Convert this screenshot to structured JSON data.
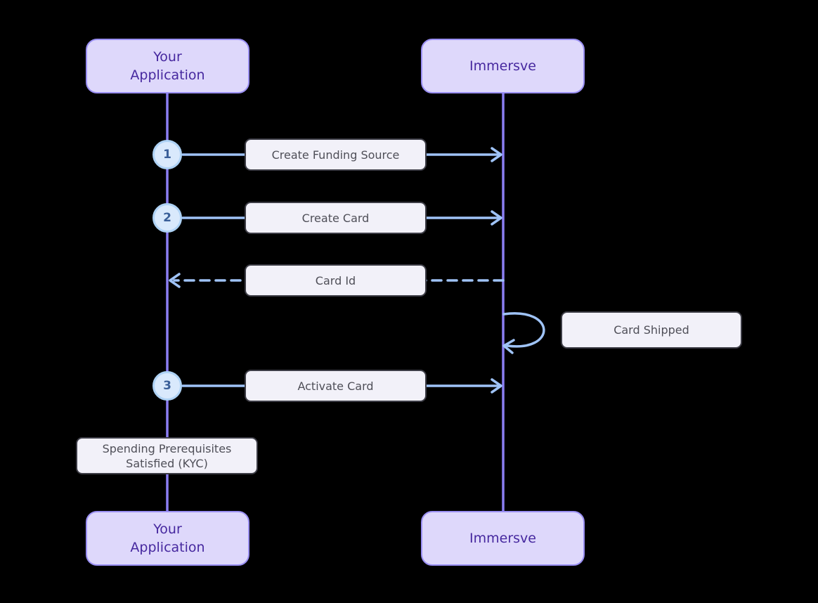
{
  "colors": {
    "background": "#000000",
    "actor_fill": "#ded8fb",
    "actor_border": "#9a8ff3",
    "actor_text": "#46289f",
    "lifeline": "#8b7ef2",
    "signal": "#9fc3f7",
    "label_fill": "#f2f1f9",
    "label_border": "#3d3d46",
    "label_text": "#4f4f58",
    "step_fill": "#d9e9fc",
    "step_border": "#aed2f5",
    "step_text": "#3a5f99"
  },
  "diagram_type": "sequence",
  "actors": {
    "top_left": {
      "label": "Your Application"
    },
    "top_right": {
      "label": "Immersve"
    },
    "bottom_left": {
      "label": "Your Application"
    },
    "bottom_right": {
      "label": "Immersve"
    }
  },
  "messages": {
    "create_funding_source": {
      "step": "1",
      "label": "Create Funding Source",
      "from": "Your Application",
      "to": "Immersve",
      "arrow": "solid-right"
    },
    "create_card": {
      "step": "2",
      "label": "Create Card",
      "from": "Your Application",
      "to": "Immersve",
      "arrow": "solid-right"
    },
    "card_id": {
      "label": "Card Id",
      "from": "Immersve",
      "to": "Your Application",
      "arrow": "dashed-left"
    },
    "card_shipped": {
      "label": "Card Shipped",
      "from": "Immersve",
      "to": "Immersve",
      "arrow": "self-loop"
    },
    "activate_card": {
      "step": "3",
      "label": "Activate Card",
      "from": "Your Application",
      "to": "Immersve",
      "arrow": "solid-right"
    }
  },
  "note": {
    "label": "Spending Prerequisites Satisfied (KYC)"
  }
}
